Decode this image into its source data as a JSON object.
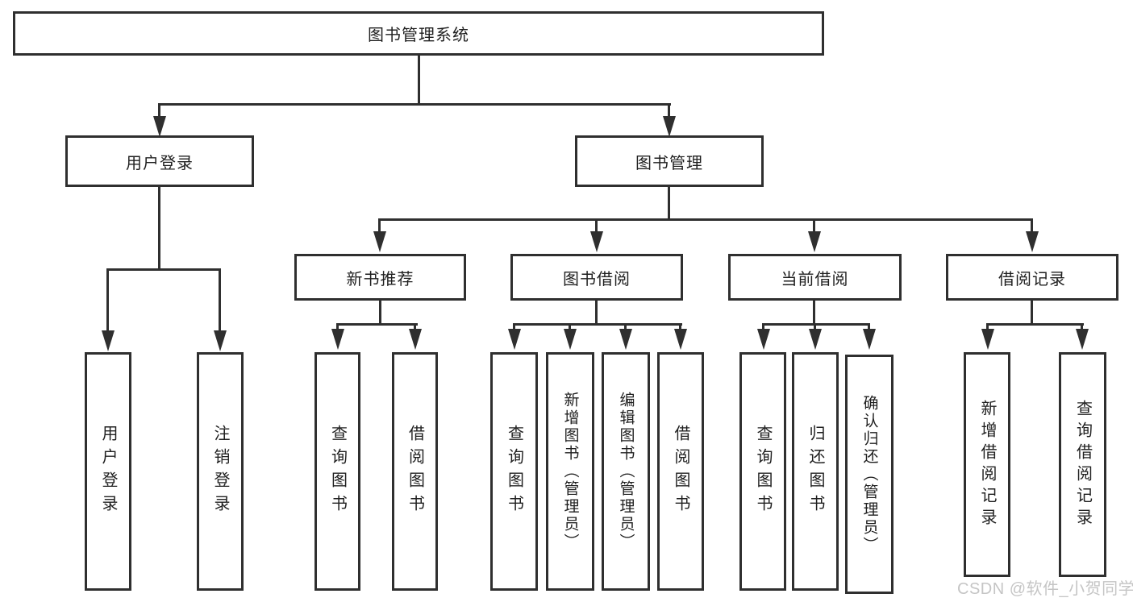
{
  "diagram": {
    "root": {
      "label": "图书管理系统"
    },
    "branches": {
      "user_login": {
        "label": "用户登录",
        "children": [
          {
            "label": "用户登录"
          },
          {
            "label": "注销登录"
          }
        ]
      },
      "book_mgmt": {
        "label": "图书管理",
        "children": [
          {
            "label": "新书推荐",
            "children": [
              {
                "label": "查询图书"
              },
              {
                "label": "借阅图书"
              }
            ]
          },
          {
            "label": "图书借阅",
            "children": [
              {
                "label": "查询图书"
              },
              {
                "label": "新增图书（管理员）"
              },
              {
                "label": "编辑图书（管理员）"
              },
              {
                "label": "借阅图书"
              }
            ]
          },
          {
            "label": "当前借阅",
            "children": [
              {
                "label": "查询图书"
              },
              {
                "label": "归还图书"
              },
              {
                "label": "确认归还（管理员）"
              }
            ]
          },
          {
            "label": "借阅记录",
            "children": [
              {
                "label": "新增借阅记录"
              },
              {
                "label": "查询借阅记录"
              }
            ]
          }
        ]
      }
    },
    "colors": {
      "line": "#2f2f2f",
      "box_background": "#ffffff",
      "text": "#1f1f1f",
      "watermark": "#c5c5c5"
    },
    "watermark": "CSDN @软件_小贺同学"
  }
}
